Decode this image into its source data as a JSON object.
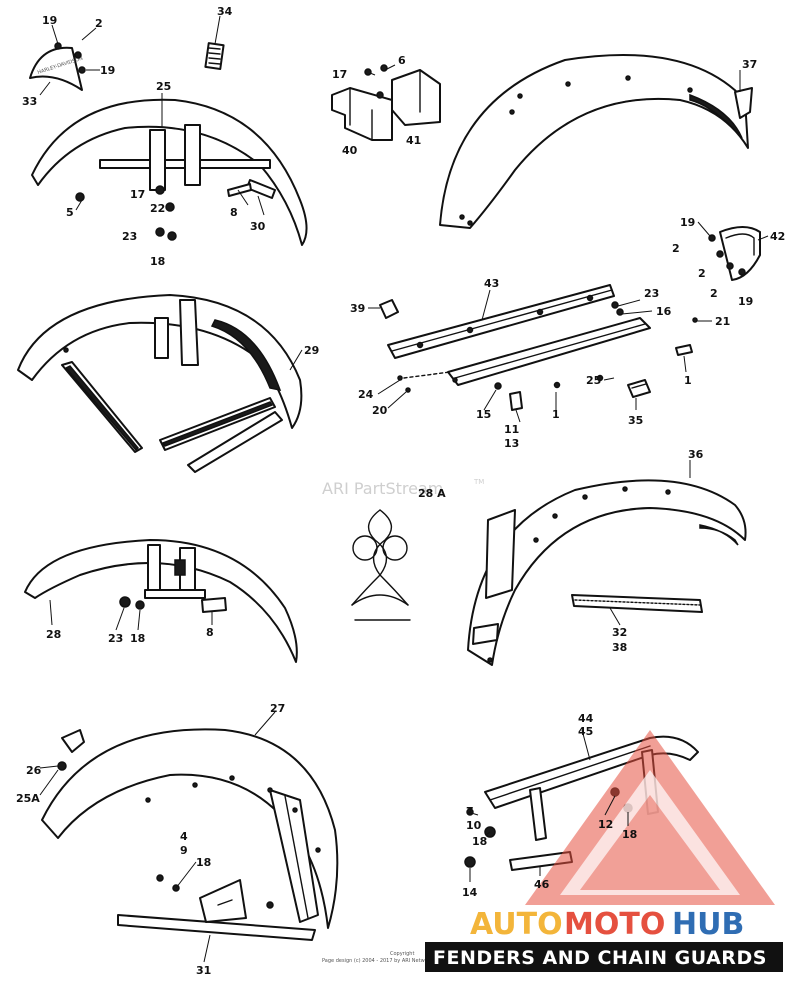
{
  "diagram": {
    "title": "FENDERS AND CHAIN GUARDS",
    "watermark": "ARI PartStream",
    "watermark_tm": "TM",
    "copyright_line1": "Copyright",
    "copyright_line2": "Page design (c) 2004 - 2017 by ARI Network Services, Inc.",
    "brand": {
      "part1": "AUTO",
      "part2": "MOTO",
      "part3": "HUB"
    },
    "decal_label": "HARLEY-DAVIDSON"
  },
  "callouts": [
    "19",
    "2",
    "19",
    "33",
    "34",
    "25",
    "5",
    "17",
    "22",
    "8",
    "30",
    "23",
    "18",
    "17",
    "6",
    "40",
    "41",
    "37",
    "19",
    "42",
    "2",
    "2",
    "2",
    "19",
    "43",
    "39",
    "23",
    "16",
    "21",
    "24",
    "20",
    "15",
    "1",
    "25",
    "1",
    "11",
    "13",
    "35",
    "29",
    "28 A",
    "36",
    "28",
    "23",
    "18",
    "8",
    "32",
    "38",
    "27",
    "26",
    "25A",
    "4",
    "9",
    "18",
    "31",
    "44",
    "45",
    "7",
    "10",
    "18",
    "12",
    "18",
    "14",
    "46"
  ],
  "colors": {
    "line": "#111111",
    "title_bar": "#111111",
    "brand_yellow": "#f3b53a",
    "brand_red": "#e5503f",
    "brand_blue": "#2f6db3"
  }
}
